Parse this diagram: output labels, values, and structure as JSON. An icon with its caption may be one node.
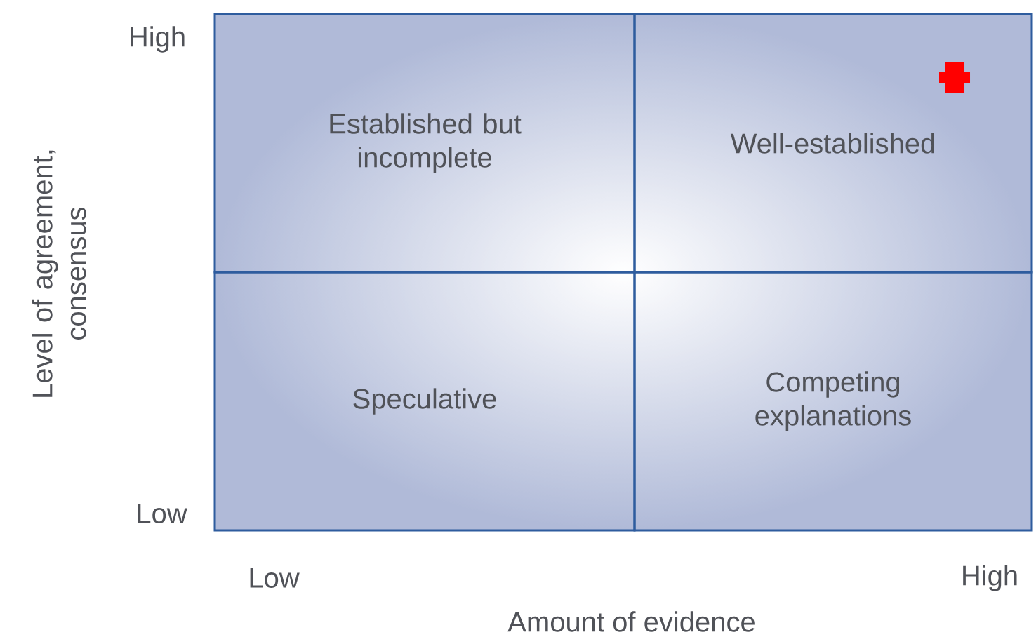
{
  "diagram": {
    "nodes": [
      {
        "text": [
          "Established but incomplete"
        ]
      },
      {
        "text": [
          "Well-established"
        ]
      },
      {
        "text": [
          "Speculative"
        ]
      },
      {
        "text": [
          "Competing explanations"
        ]
      }
    ],
    "labels": [
      "High",
      "Level of agreement, consensus",
      "Low",
      "Low",
      "High",
      "Amount of evidence"
    ]
  }
}
